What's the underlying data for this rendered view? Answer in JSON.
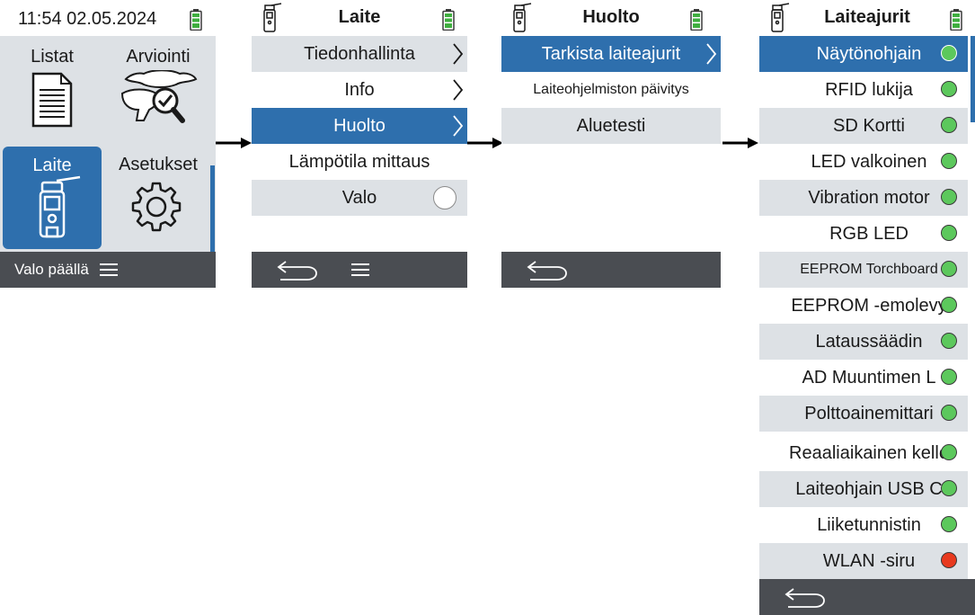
{
  "screen1": {
    "clock": "11:54 02.05.2024",
    "tiles": {
      "listat": "Listat",
      "arviointi": "Arviointi",
      "laite": "Laite",
      "asetukset": "Asetukset"
    },
    "footer_label": "Valo päällä"
  },
  "screen2": {
    "title": "Laite",
    "items": [
      {
        "label": "Tiedonhallinta"
      },
      {
        "label": "Info"
      },
      {
        "label": "Huolto"
      },
      {
        "label": "Lämpötila mittaus"
      },
      {
        "label": "Valo"
      }
    ]
  },
  "screen3": {
    "title": "Huolto",
    "items": [
      {
        "label": "Tarkista laiteajurit"
      },
      {
        "label": "Laiteohjelmiston päivitys"
      },
      {
        "label": "Aluetesti"
      }
    ]
  },
  "screen4": {
    "title": "Laiteajurit",
    "drivers": [
      {
        "label": "Näytönohjain",
        "status": "#5cc85c"
      },
      {
        "label": "RFID lukija",
        "status": "#5cc85c"
      },
      {
        "label": "SD Kortti",
        "status": "#5cc85c"
      },
      {
        "label": "LED valkoinen",
        "status": "#5cc85c"
      },
      {
        "label": "Vibration motor",
        "status": "#5cc85c"
      },
      {
        "label": "RGB LED",
        "status": "#5cc85c"
      },
      {
        "label": "EEPROM Torchboard",
        "status": "#5cc85c"
      },
      {
        "label": "EEPROM -emolevy",
        "status": "#5cc85c"
      },
      {
        "label": "Lataussäädin",
        "status": "#5cc85c"
      },
      {
        "label": "AD Muuntimen L",
        "status": "#5cc85c"
      },
      {
        "label": "Polttoainemittari",
        "status": "#5cc85c"
      },
      {
        "label": "Reaaliaikainen kello",
        "status": "#5cc85c"
      },
      {
        "label": "Laiteohjain USB C",
        "status": "#5cc85c"
      },
      {
        "label": "Liiketunnistin",
        "status": "#5cc85c"
      },
      {
        "label": "WLAN -siru",
        "status": "#e8391e"
      }
    ]
  },
  "colors": {
    "selected": "#2e6fad",
    "row_grey": "#dde1e5",
    "footer": "#4a4d52",
    "battery": "#3fae3f"
  },
  "icons": {
    "battery": "battery-icon",
    "device": "device-icon",
    "back": "back-arrow-icon",
    "menu": "menu-icon",
    "chevron": "chevron-right-icon",
    "gear": "gear-icon",
    "list": "list-document-icon",
    "evaluation": "evaluation-icon",
    "flow_arrow": "flow-arrow-icon"
  }
}
